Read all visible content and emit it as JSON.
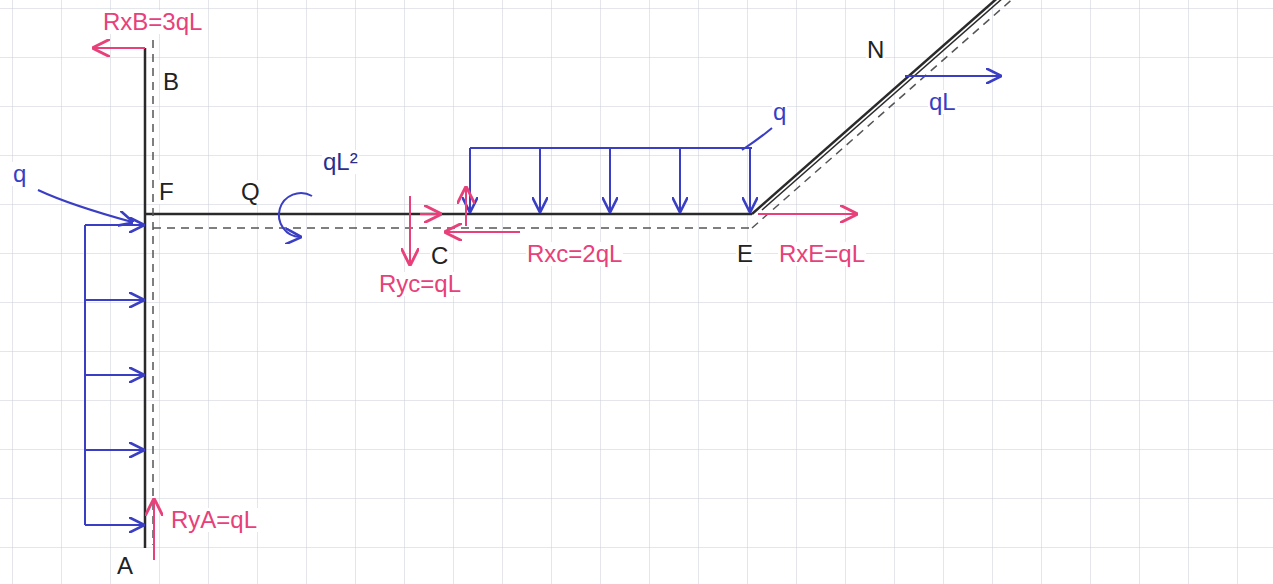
{
  "diagram": {
    "labels": [
      "RxB=3qL",
      "B",
      "q",
      "F",
      "Q",
      "qL²",
      "q",
      "N",
      "qL",
      "C",
      "Ryc=qL",
      "Rxc=2qL",
      "E",
      "RxE=qL",
      "RyA=qL",
      "A"
    ]
  }
}
